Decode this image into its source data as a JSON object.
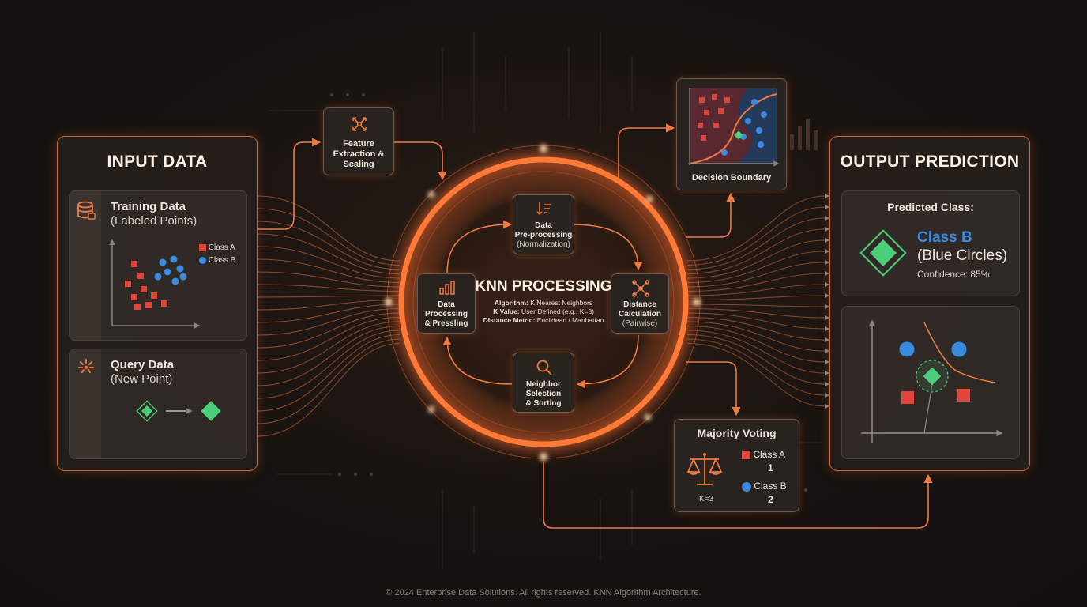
{
  "input": {
    "title": "INPUT DATA",
    "training": {
      "title": "Training Data",
      "subtitle": "(Labeled Points)",
      "legend_a": "Class A",
      "legend_b": "Class B"
    },
    "query": {
      "title": "Query Data",
      "subtitle": "(New Point)"
    }
  },
  "feature": {
    "line1": "Feature",
    "line2": "Extraction &",
    "line3": "Scaling"
  },
  "center": {
    "title": "KNN PROCESSING",
    "algo_label": "Algorithm:",
    "algo_value": "K Nearest Neighbors",
    "k_label": "K Value:",
    "k_value": "User Defined (e.g., K=3)",
    "dist_label": "Distance Metric:",
    "dist_value": "Euclidean / Manhattan"
  },
  "nodes": {
    "preprocess": {
      "line1": "Data",
      "line2": "Pre-processing",
      "line3": "(Normalization)"
    },
    "distance": {
      "line1": "Distance",
      "line2": "Calculation",
      "line3": "(Pairwise)"
    },
    "neighbor": {
      "line1": "Neighbor",
      "line2": "Selection",
      "line3": "& Sorting"
    },
    "dataproc": {
      "line1": "Data",
      "line2": "Processing",
      "line3": "& Pressling"
    }
  },
  "boundary": {
    "caption": "Decision Boundary"
  },
  "voting": {
    "title": "Majority Voting",
    "k_caption": "K=3",
    "class_a": "Class A",
    "count_a": "1",
    "class_b": "Class B",
    "count_b": "2"
  },
  "output": {
    "title": "OUTPUT PREDICTION",
    "predicted_label": "Predicted Class:",
    "class_name": "Class B",
    "class_desc": "(Blue Circles)",
    "confidence": "Confidence: 85%"
  },
  "footer": "© 2024 Enterprise Data Solutions. All rights reserved. KNN Algorithm Architecture.",
  "colors": {
    "accent": "#ff6a2a",
    "class_a": "#e0443a",
    "class_b": "#3a8ae0",
    "query": "#4ccf7a"
  }
}
